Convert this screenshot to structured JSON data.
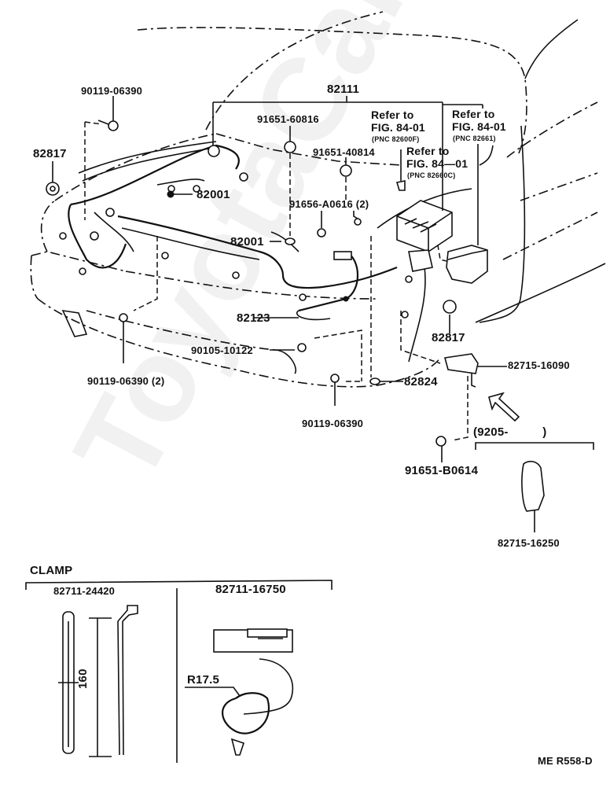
{
  "diagram": {
    "title_code": "ME R558-D",
    "watermark": "ToyotaCarInfo.ru",
    "callouts": {
      "main_harness": "82111",
      "bolt_top_left": "90119-06390",
      "grommet_left": "82817",
      "clamp_b_1": "91651-60816",
      "clamp_b_2": "91651-40814",
      "bolt_center": "91656-A0616 (2)",
      "connector_upper": "82001",
      "connector_center": "82001",
      "sub_harness": "82123",
      "bolt_lower_center": "90105-10122",
      "bolt_lower_left": "90119-06390 (2)",
      "bolt_lower_right": "90119-06390",
      "grommet_right": "82817",
      "clip": "82824",
      "bracket": "82715-16090",
      "bolt_bracket": "91651-B0614",
      "bracket_alt": "82715-16250",
      "date_range": "(9205-          )"
    },
    "references": [
      {
        "line1": "Refer to",
        "line2": "FIG. 84-01",
        "pnc": "(PNC 82600F)"
      },
      {
        "line1": "Refer to",
        "line2": "FIG. 84-01",
        "pnc": "(PNC 82661)"
      },
      {
        "line1": "Refer to",
        "line2": "FIG. 84—01",
        "pnc": "(PNC 82660C)"
      }
    ],
    "clamp_section": {
      "title": "CLAMP",
      "items": [
        {
          "part_no": "82711-24420",
          "dimension": "160"
        },
        {
          "part_no": "82711-16750",
          "dimension": "R17.5"
        }
      ]
    }
  }
}
